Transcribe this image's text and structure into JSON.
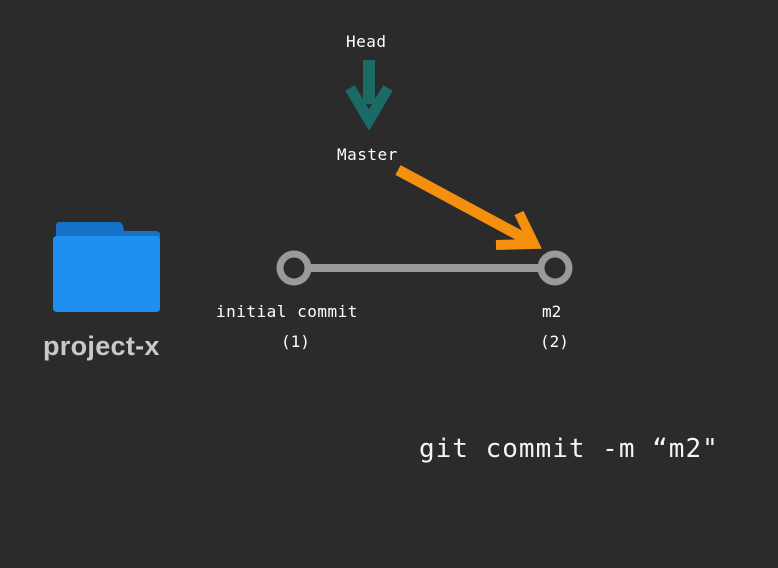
{
  "pointers": {
    "head": "Head",
    "master": "Master"
  },
  "commits": [
    {
      "message": "initial commit",
      "number": "(1)"
    },
    {
      "message": "m2",
      "number": "(2)"
    }
  ],
  "folder": {
    "name": "project-x",
    "icon": "folder-icon"
  },
  "command": "git commit -m “m2\"",
  "colors": {
    "background": "#2b2b2b",
    "head_arrow": "#1a6b66",
    "master_arrow": "#f5900f",
    "commit_line": "#9a9a9a",
    "folder": "#1e8ff0"
  }
}
